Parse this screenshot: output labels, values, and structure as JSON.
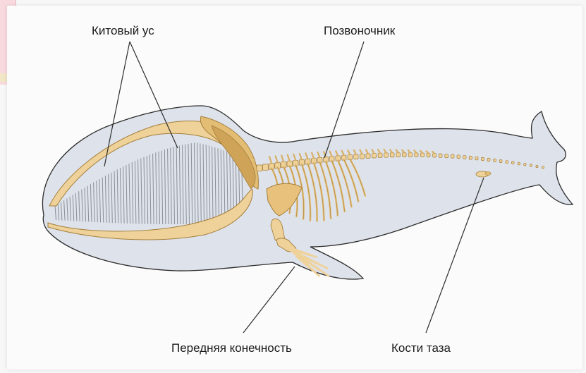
{
  "labels": {
    "baleen": "Китовый ус",
    "spine": "Позвоночник",
    "forelimb": "Передняя конечность",
    "pelvis": "Кости таза"
  },
  "colors": {
    "body": "#dee2ea",
    "body_outline": "#2b2b2b",
    "bone": "#efd29a",
    "bone_dark": "#d8b066",
    "bone_outline": "#a47f3c",
    "baleen_line": "#8a8e96",
    "pointer": "#2d2d2d"
  }
}
